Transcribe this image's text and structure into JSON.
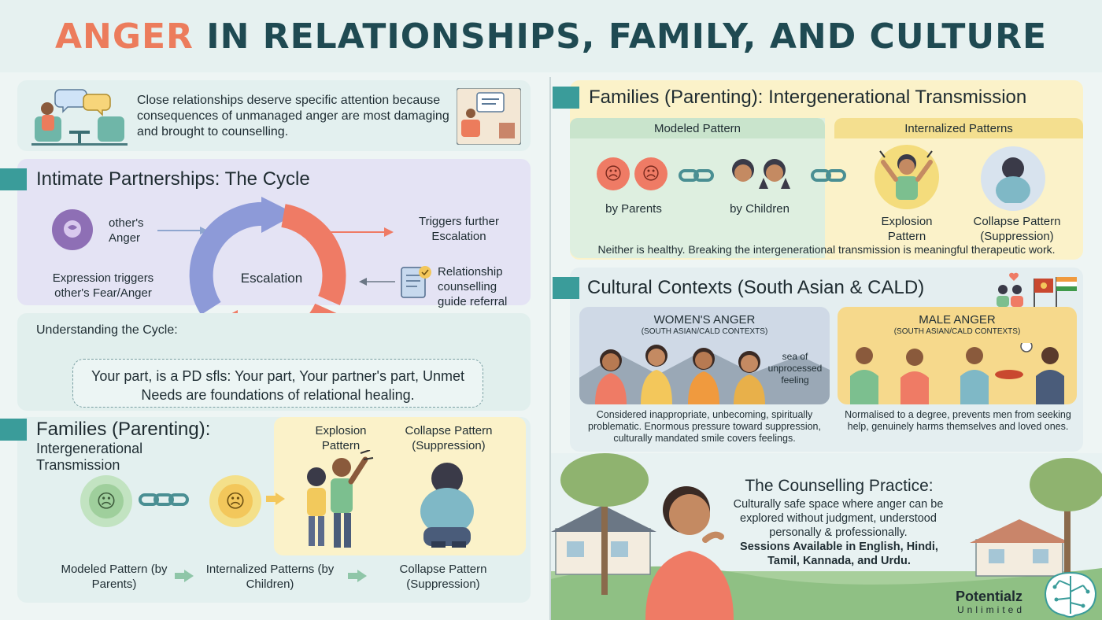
{
  "header": {
    "title_accent": "ANGER",
    "title_rest": " IN RELATIONSHIPS, FAMILY, AND CULTURE"
  },
  "intro": {
    "text": "Close relationships deserve specific attention because consequences of unmanaged anger are most damaging and brought to counselling."
  },
  "cycle": {
    "title": "Intimate Partnerships: The Cycle",
    "others_anger": "other's Anger",
    "expression": "Expression triggers other's Fear/Anger",
    "center": "Escalation",
    "triggers": "Triggers further Escalation",
    "referral": "Relationship counselling guide referral",
    "understanding_heading": "Understanding the Cycle:",
    "understanding_text": "Your part, is a PD sfls: Your part, Your partner's part, Unmet Needs are foundations of relational healing."
  },
  "families_left": {
    "title_line1": "Families (Parenting):",
    "title_line2": "Intergenerational Transmission",
    "explosion": "Explosion Pattern",
    "collapse": "Collapse Pattern (Suppression)",
    "flow": [
      "Modeled Pattern (by Parents)",
      "Internalized Patterns (by Children)",
      "Collapse Pattern (Suppression)"
    ]
  },
  "families_right": {
    "title": "Families (Parenting): Intergenerational Transmission",
    "modeled": "Modeled Pattern",
    "internalized": "Internalized Patterns",
    "by_parents": "by Parents",
    "by_children": "by Children",
    "explosion": "Explosion Pattern",
    "collapse": "Collapse Pattern (Suppression)",
    "note": "Neither is healthy. Breaking the intergenerational transmission is meaningful therapeutic work."
  },
  "cultural": {
    "title": "Cultural Contexts (South Asian & CALD)",
    "women_title": "WOMEN'S ANGER",
    "women_sub": "(SOUTH ASIAN/CALD CONTEXTS)",
    "women_bubble": "sea of unprocessed feeling",
    "women_text": "Considered inappropriate, unbecoming, spiritually problematic. Enormous pressure toward suppression, culturally mandated smile covers feelings.",
    "male_title": "MALE ANGER",
    "male_sub": "(SOUTH ASIAN/CALD CONTEXTS)",
    "male_text": "Normalised to a degree, prevents men from seeking help, genuinely harms themselves and loved ones."
  },
  "practice": {
    "title": "The Counselling Practice:",
    "text": "Culturally safe space where anger can be explored without judgment, understood personally & professionally.",
    "sessions": "Sessions Available in English, Hindi, Tamil, Kannada, and Urdu."
  },
  "brand": {
    "name": "Potentialz",
    "tagline": "Unlimited"
  },
  "colors": {
    "accent": "#ec7c5c",
    "teal": "#3a9c9a",
    "navy": "#1f4a52",
    "lavender": "#e4e3f4",
    "cream": "#fbf2c9",
    "mint": "#deefe0"
  }
}
